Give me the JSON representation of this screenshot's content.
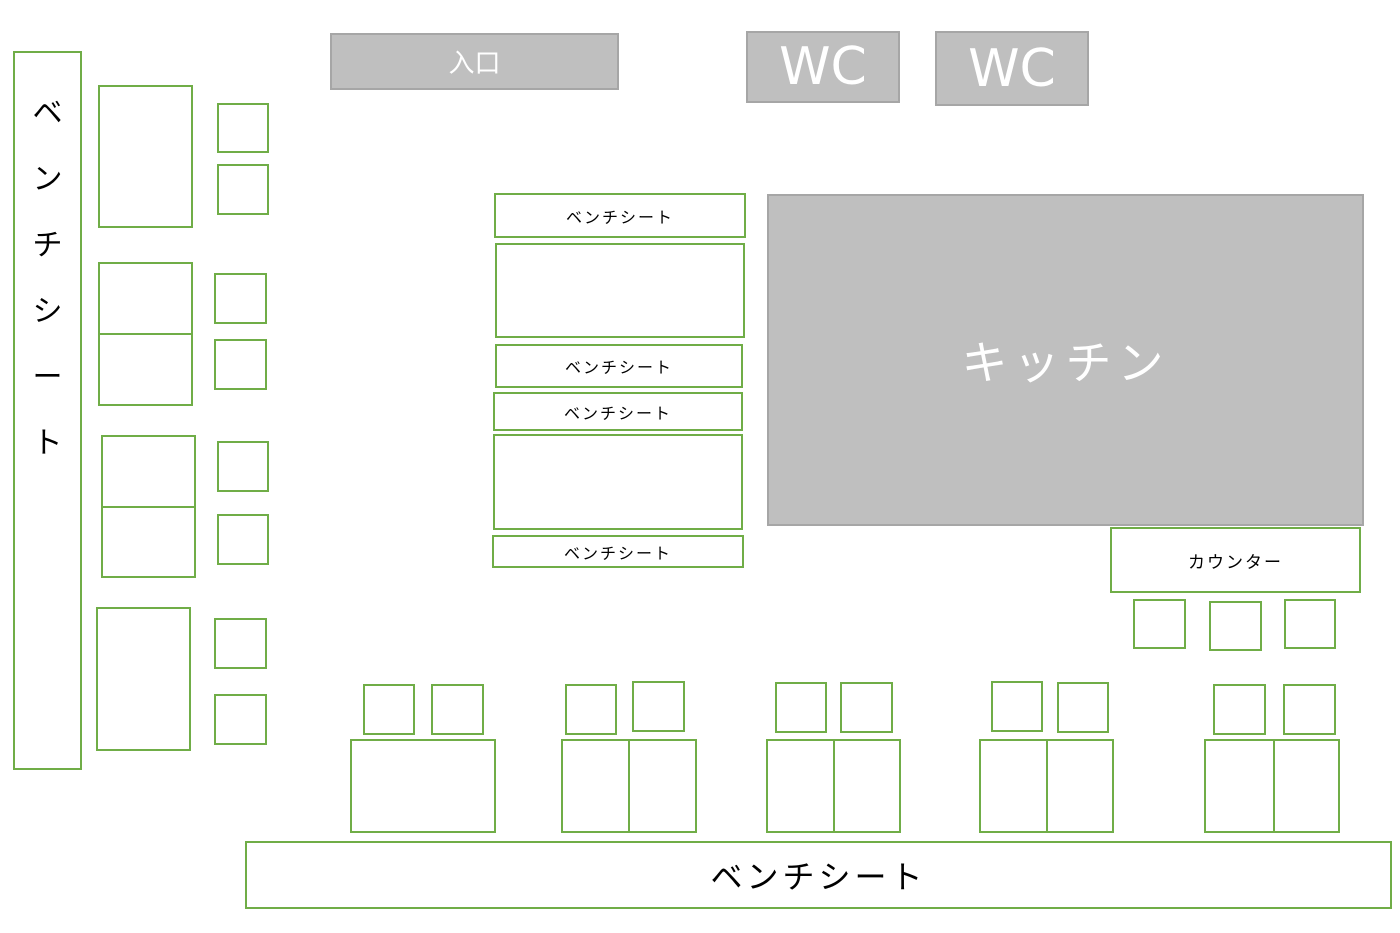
{
  "entrance": {
    "label": "入口"
  },
  "wc_left": {
    "label": "WC"
  },
  "wc_right": {
    "label": "WC"
  },
  "kitchen": {
    "label": "キッチン"
  },
  "counter": {
    "label": "カウンター"
  },
  "left_bench": {
    "chars": [
      "ベ",
      "ン",
      "チ",
      "シ",
      "ー",
      "ト"
    ]
  },
  "center_bench_1": {
    "label": "ベンチシート"
  },
  "center_bench_2": {
    "label": "ベンチシート"
  },
  "center_bench_3": {
    "label": "ベンチシート"
  },
  "center_bench_4": {
    "label": "ベンチシート"
  },
  "bottom_bench": {
    "label": "ベンチシート"
  },
  "colors": {
    "table_border": "#70ad47",
    "fixture_fill": "#bfbfbf",
    "fixture_border": "#a6a6a6"
  }
}
